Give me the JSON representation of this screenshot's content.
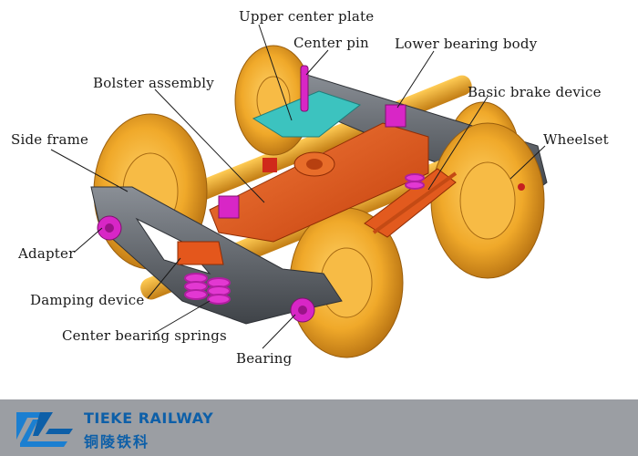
{
  "labels": {
    "upper_center_plate": "Upper center plate",
    "center_pin": "Center pin",
    "lower_bearing_body": "Lower bearing body",
    "bolster_assembly": "Bolster assembly",
    "basic_brake_device": "Basic brake device",
    "side_frame": "Side frame",
    "wheelset": "Wheelset",
    "adapter": "Adapter",
    "damping_device": "Damping device",
    "center_bearing_springs": "Center bearing springs",
    "bearing": "Bearing"
  },
  "footer": {
    "brand_en": "TIEKE RAILWAY",
    "brand_cn": "铜陵铁科"
  },
  "colors": {
    "wheel": "#f0a92a",
    "axle": "#e79a22",
    "bolster": "#e4571c",
    "side_frame": "#5d6268",
    "center_plate": "#3cc3bf",
    "spring": "#d826c6",
    "footer_bg": "#9b9ea3",
    "brand_blue": "#0d5fa8"
  }
}
